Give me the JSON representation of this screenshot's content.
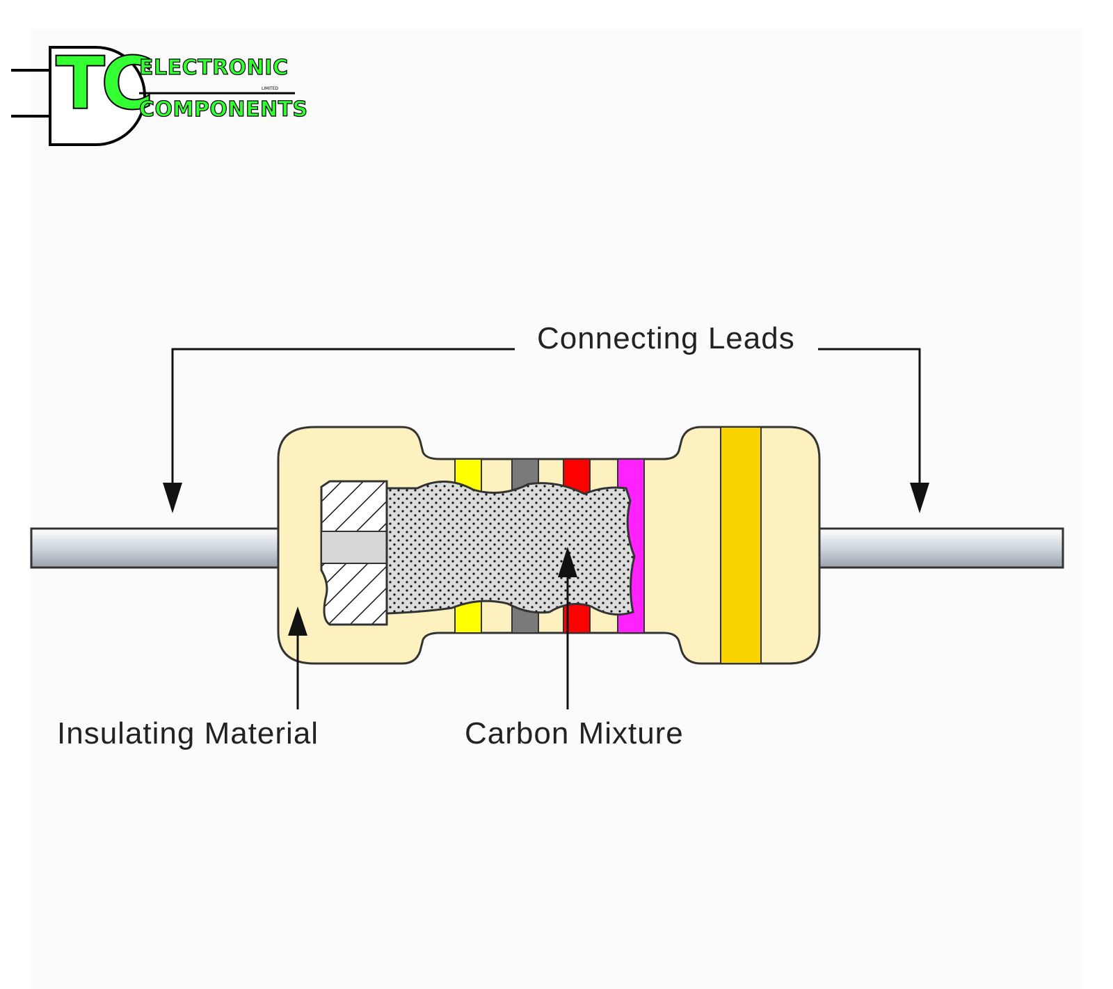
{
  "logo": {
    "mark": "TC",
    "line1": "Electronic",
    "line1_display": "ELECTRONIC",
    "line2": "Components",
    "line2_display": "COMPONENTS",
    "limited": "LIMITED",
    "accent_color": "#33ff33"
  },
  "labels": {
    "connecting_leads": "Connecting Leads",
    "insulating_material": "Insulating Material",
    "carbon_mixture": "Carbon Mixture"
  },
  "colors": {
    "body": "#fdf1c0",
    "lead": "#c8d0da",
    "band1": "#ffff00",
    "band2": "#7a7a7a",
    "band3": "#ff0000",
    "band4": "#ff22ff",
    "tolerance": "#f9d400",
    "carbon": "#dcdcdc"
  }
}
